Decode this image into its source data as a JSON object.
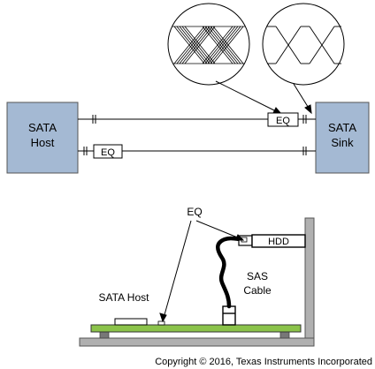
{
  "top_diagram": {
    "host_label_line1": "SATA",
    "host_label_line2": "Host",
    "sink_label_line1": "SATA",
    "sink_label_line2": "Sink",
    "eq_upper": "EQ",
    "eq_lower": "EQ",
    "eye_closed_icon": "closed-eye-diagram-icon",
    "eye_open_icon": "open-eye-diagram-icon"
  },
  "bottom_diagram": {
    "eq_label": "EQ",
    "hdd_label": "HDD",
    "cable_label_line1": "SAS",
    "cable_label_line2": "Cable",
    "host_label": "SATA Host"
  },
  "copyright": "Copyright © 2016, Texas Instruments Incorporated",
  "colors": {
    "box_fill": "#a4b9d3",
    "board_green": "#8bc34a",
    "frame_gray": "#b0b0b0"
  }
}
